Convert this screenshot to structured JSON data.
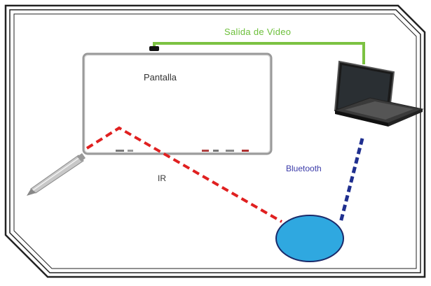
{
  "labels": {
    "video_output": "Salida de Video",
    "screen": "Pantalla",
    "ir": "IR",
    "bluetooth": "Bluetooth"
  },
  "icons": {
    "pen": "stylus-pen-icon",
    "laptop": "laptop-icon",
    "receiver": "bluetooth-receiver-ellipse"
  },
  "colors": {
    "video_line": "#7cc242",
    "ir_line": "#e02020",
    "bluetooth_line": "#1f2f8f",
    "receiver_fill": "#2fa8e0",
    "receiver_stroke": "#1a2a6a",
    "frame": "#222222"
  }
}
